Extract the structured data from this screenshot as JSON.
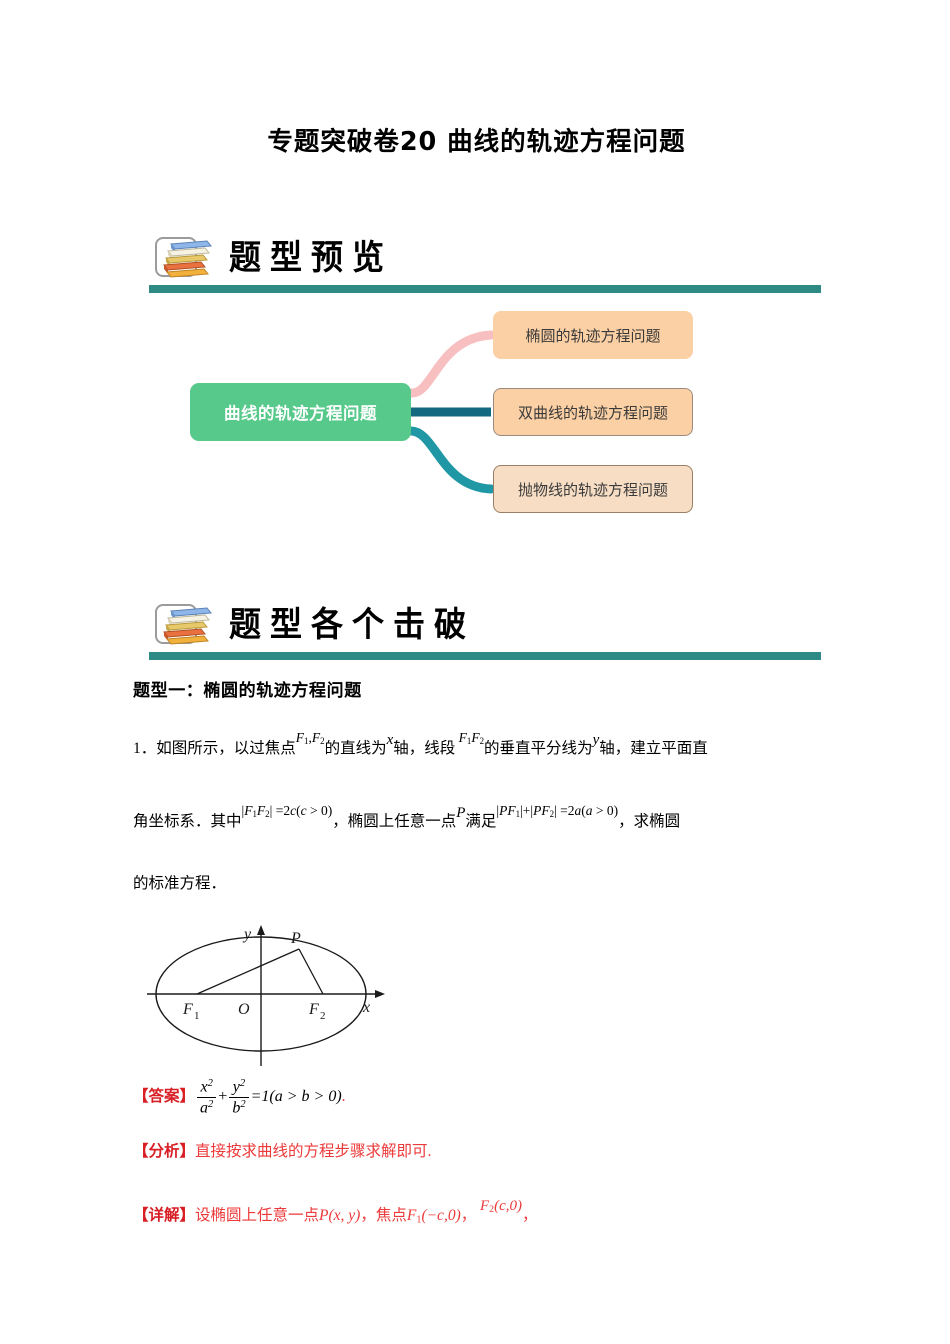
{
  "document": {
    "title": "专题突破卷20  曲线的轨迹方程问题"
  },
  "sections": [
    {
      "icon": "book-stack-icon",
      "title": "题型预览",
      "rule_color": "#2d8a85"
    },
    {
      "icon": "book-stack-icon",
      "title": "题型各个击破",
      "rule_color": "#2d8a85"
    }
  ],
  "mindmap": {
    "center": {
      "label": "曲线的轨迹方程问题",
      "fill": "#57c98b",
      "text_color": "#ffffff"
    },
    "branches": [
      {
        "label": "椭圆的轨迹方程问题",
        "fill": "#fbd0a4",
        "border": "none",
        "connector_color": "#f7bfc0"
      },
      {
        "label": "双曲线的轨迹方程问题",
        "fill": "#fbd0a4",
        "border": "#9a8b7e",
        "connector_color": "#13697f"
      },
      {
        "label": "抛物线的轨迹方程问题",
        "fill": "#f6ddc4",
        "border": "#9a7f66",
        "connector_color": "#1f97a5"
      }
    ]
  },
  "question_type": {
    "heading": "题型一：椭圆的轨迹方程问题"
  },
  "problem": {
    "number": "1．",
    "line1_a": "如图所示，以过焦点",
    "line1_f1f2": "F",
    "line1_f1sub": "1",
    "line1_comma": ",",
    "line1_f2": "F",
    "line1_f2sub": "2",
    "line1_b": "的直线为",
    "line1_x": "x",
    "line1_c": "轴，线段",
    "line1_seg_f1": "F",
    "line1_seg_f1sub": "1",
    "line1_seg_f2": "F",
    "line1_seg_f2sub": "2",
    "line1_d": "的垂直平分线为",
    "line1_y": "y",
    "line1_e": "轴，建立平面直",
    "line2_a": "角坐标系．其中",
    "line2_formula": "|F1F2| = 2c(c > 0)",
    "line2_b": "，椭圆上任意一点",
    "line2_p": "P",
    "line2_c": "满足",
    "line2_formula2": "|PF1| + |PF2| = 2a(a > 0)",
    "line2_d": "，求椭圆",
    "line3": "的标准方程．"
  },
  "figure": {
    "name": "ellipse-foci-diagram",
    "labels": {
      "y_axis": "y",
      "x_axis": "x",
      "point_p": "P",
      "origin": "O",
      "focus1": "F",
      "focus1_sub": "1",
      "focus2": "F",
      "focus2_sub": "2"
    }
  },
  "answer": {
    "tag": "【答案】",
    "formula_x_num": "x",
    "formula_x_den": "a",
    "formula_plus": "+",
    "formula_y_num": "y",
    "formula_y_den": "b",
    "formula_rest": "=1(a > b > 0)",
    "period": "."
  },
  "analysis": {
    "tag": "【分析】",
    "text": "直接按求曲线的方程步骤求解即可."
  },
  "solution": {
    "tag": "【详解】",
    "text_a": "设椭圆上任意一点",
    "p_label": "P",
    "p_coords": "(x, y)",
    "text_b": "，焦点",
    "f1_label": "F",
    "f1_sub": "1",
    "f1_coords": "(−c,0)",
    "text_c": "，",
    "f2_label": "F",
    "f2_sub": "2",
    "f2_coords": "(c,0)",
    "text_d": "，"
  }
}
